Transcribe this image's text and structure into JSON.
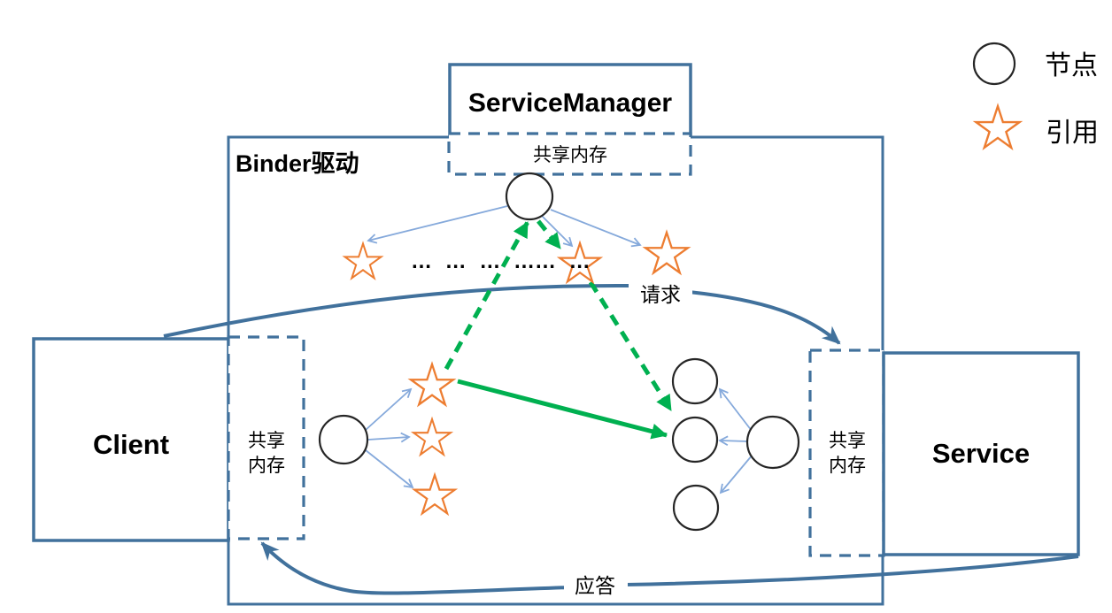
{
  "boxes": {
    "service_manager": {
      "title": "ServiceManager",
      "shared_memory": "共享内存"
    },
    "binder_driver": {
      "title": "Binder驱动"
    },
    "client": {
      "title": "Client",
      "shared_memory_lines": [
        "共享",
        "内存"
      ]
    },
    "service": {
      "title": "Service",
      "shared_memory_lines": [
        "共享",
        "内存"
      ]
    }
  },
  "flow_labels": {
    "request": "请求",
    "response": "应答"
  },
  "ellipsis": "… … … …… …",
  "legend": {
    "node": {
      "icon": "node-circle-icon",
      "label": "节点"
    },
    "reference": {
      "icon": "reference-star-icon",
      "label": "引用"
    }
  },
  "colors": {
    "box_border_blue": "#41719C",
    "thin_arrow_blue": "#85A9DB",
    "transfer_green": "#00B050",
    "reference_orange": "#ED7D31",
    "node_outline": "#262626"
  }
}
